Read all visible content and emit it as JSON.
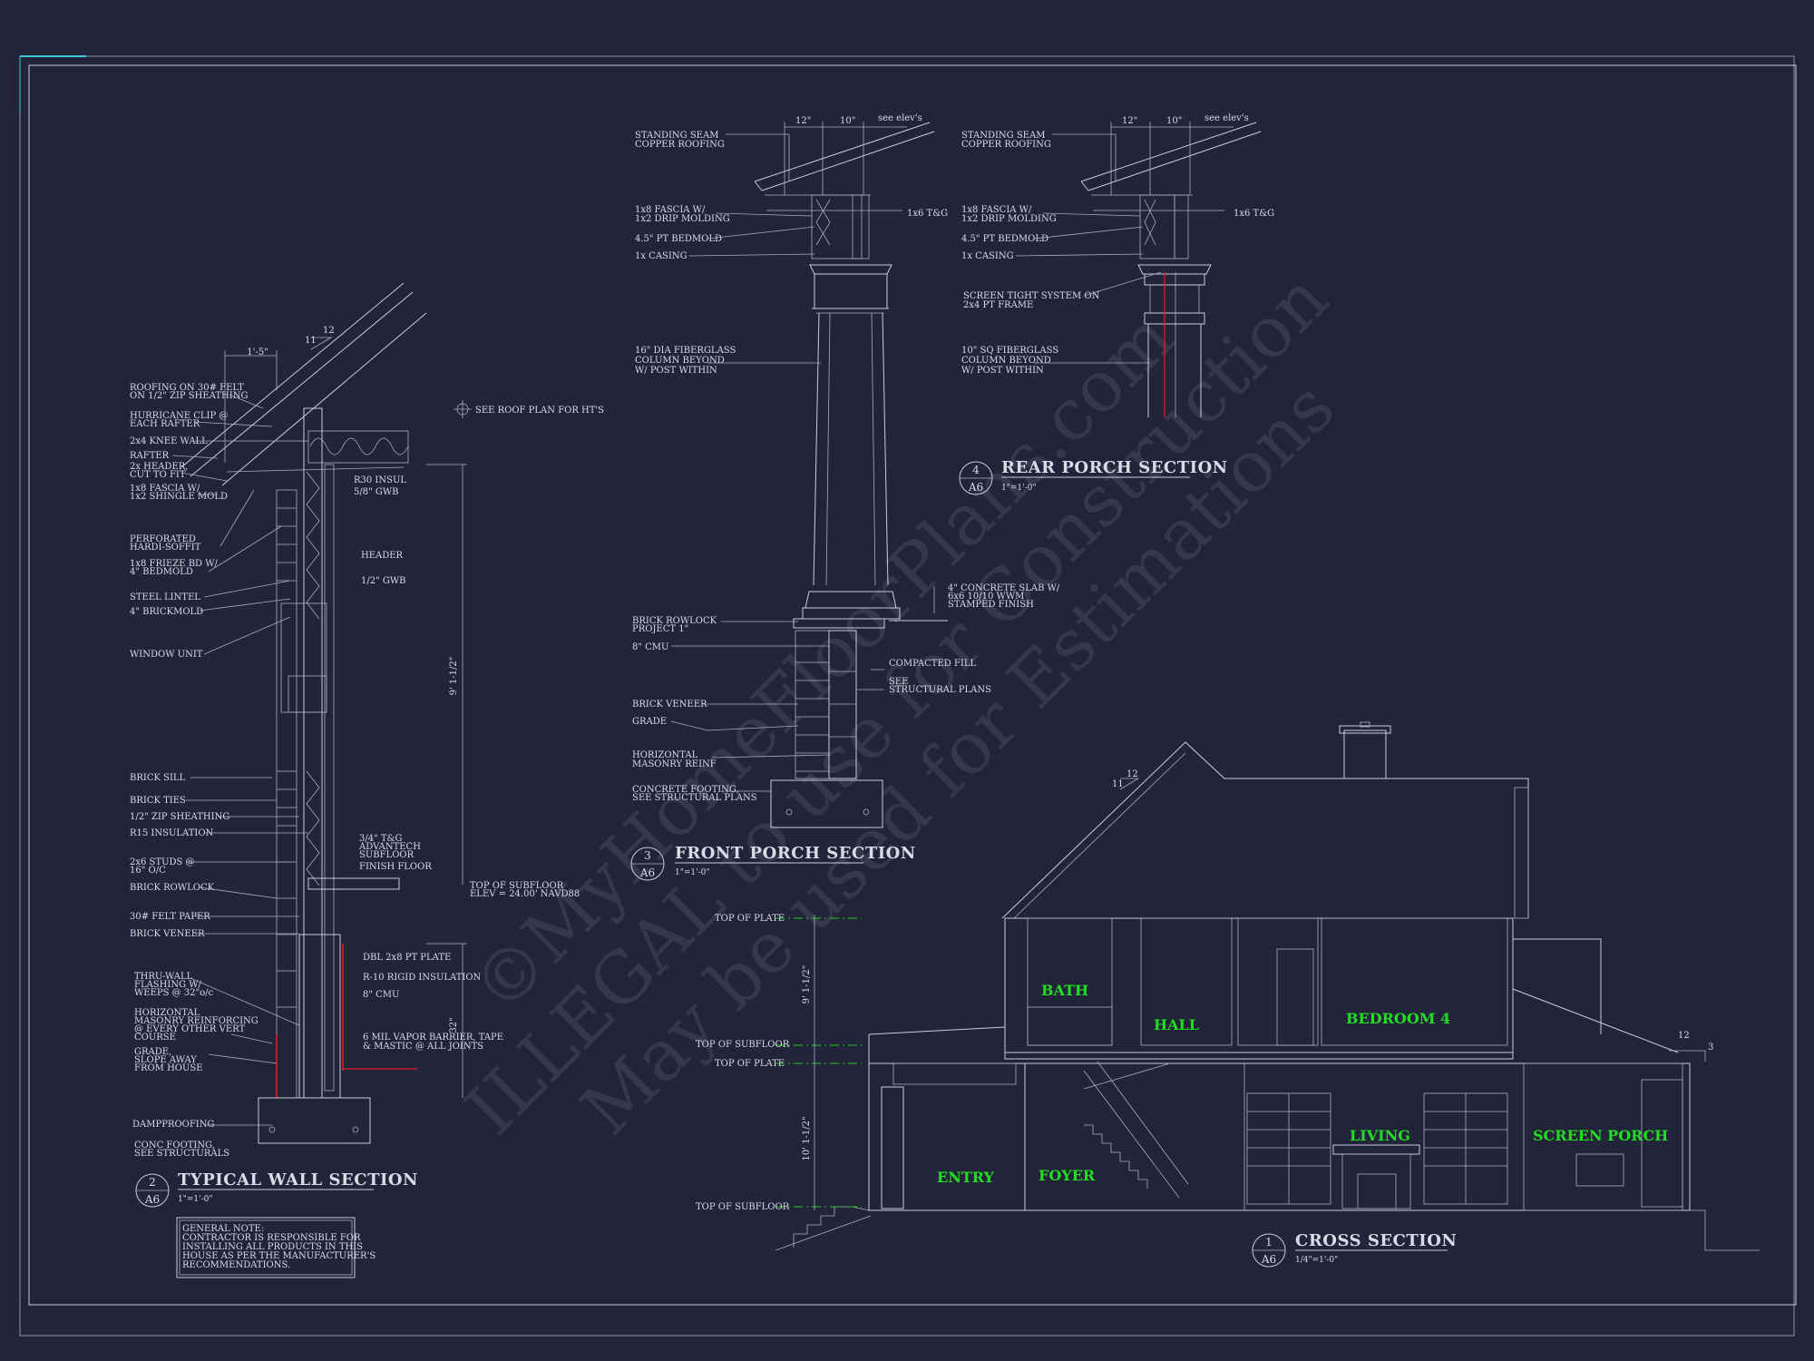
{
  "watermark": {
    "line1": "©MyHomeFloorPlans.com",
    "line2": "ILLEGAL to use for Construction",
    "line3": "May be used for Estimations"
  },
  "typical_wall": {
    "title": "TYPICAL WALL SECTION",
    "num": "2",
    "sheet": "A6",
    "scale": "1\"=1'-0\"",
    "dim_overhang": "1'-5\"",
    "slope_rise": "12",
    "slope_run": "11",
    "dim_wall": "9' 1-1/2\"",
    "dim_found": "32\"",
    "labels_left": [
      "ROOFING ON 30# FELT",
      "ON 1/2\" ZIP SHEATHING",
      "HURRICANE CLIP @",
      "EACH RAFTER",
      "2x4 KNEE WALL",
      "RAFTER",
      "2x HEADER,",
      "CUT TO FIT",
      "1x8 FASCIA W/",
      "1x2 SHINGLE MOLD",
      "PERFORATED",
      "HARDI-SOFFIT",
      "1x8 FRIEZE BD W/",
      "4\" BEDMOLD",
      "STEEL LINTEL",
      "4\" BRICKMOLD",
      "WINDOW UNIT",
      "BRICK SILL",
      "BRICK TIES",
      "1/2\" ZIP SHEATHING",
      "R15 INSULATION",
      "2x6 STUDS @",
      "16\" O/C",
      "BRICK ROWLOCK",
      "30# FELT PAPER",
      "BRICK VENEER",
      "THRU-WALL",
      "FLASHING W/",
      "WEEPS @ 32\"o/c",
      "HORIZONTAL",
      "MASONRY REINFORCING",
      "@ EVERY OTHER VERT",
      "COURSE",
      "GRADE,",
      "SLOPE AWAY",
      "FROM HOUSE",
      "DAMPPROOFING",
      "CONC FOOTING,",
      "SEE STRUCTURALS"
    ],
    "labels_right": [
      "SEE ROOF PLAN FOR HT'S",
      "R30 INSUL",
      "5/8\" GWB",
      "HEADER",
      "1/2\" GWB",
      "3/4\" T&G",
      "ADVANTECH",
      "SUBFLOOR",
      "FINISH FLOOR",
      "TOP OF SUBFLOOR",
      "ELEV = 24.00' NAVD88",
      "DBL 2x8 PT PLATE",
      "R-10 RIGID INSULATION",
      "8\" CMU",
      "6 MIL VAPOR BARRIER, TAPE",
      "& MASTIC @ ALL JOINTS"
    ]
  },
  "general_note": [
    "GENERAL NOTE:",
    "CONTRACTOR IS RESPONSIBLE FOR",
    "INSTALLING ALL PRODUCTS IN THIS",
    "HOUSE AS PER THE MANUFACTURER'S",
    "RECOMMENDATIONS."
  ],
  "front_porch": {
    "title": "FRONT PORCH SECTION",
    "num": "3",
    "sheet": "A6",
    "scale": "1\"=1'-0\"",
    "dims": [
      "12\"",
      "10\"",
      "see elev's"
    ],
    "labels_left": [
      "STANDING SEAM",
      "COPPER ROOFING",
      "1x8 FASCIA W/",
      "1x2 DRIP MOLDING",
      "4.5\" PT BEDMOLD",
      "1x CASING",
      "16\" DIA FIBERGLASS",
      "COLUMN BEYOND",
      "W/ POST WITHIN",
      "BRICK ROWLOCK",
      "PROJECT 1\"",
      "8\" CMU",
      "BRICK VENEER",
      "GRADE",
      "HORIZONTAL",
      "MASONRY REINF",
      "CONCRETE FOOTING,",
      "SEE STRUCTURAL PLANS"
    ],
    "labels_right": [
      "1x6 T&G",
      "4\" CONCRETE SLAB W/",
      "6x6 10/10 WWM",
      "STAMPED FINISH",
      "COMPACTED FILL",
      "SEE",
      "STRUCTURAL PLANS"
    ]
  },
  "rear_porch": {
    "title": "REAR PORCH SECTION",
    "num": "4",
    "sheet": "A6",
    "scale": "1\"=1'-0\"",
    "dims": [
      "12\"",
      "10\"",
      "see elev's"
    ],
    "labels_left": [
      "STANDING SEAM",
      "COPPER ROOFING",
      "1x8 FASCIA W/",
      "1x2 DRIP MOLDING",
      "4.5\" PT BEDMOLD",
      "1x CASING",
      "SCREEN TIGHT SYSTEM ON",
      "2x4 PT FRAME",
      "10\" SQ FIBERGLASS",
      "COLUMN BEYOND",
      "W/ POST WITHIN"
    ],
    "labels_right": [
      "1x6 T&G"
    ]
  },
  "cross_section": {
    "title": "CROSS SECTION",
    "num": "1",
    "sheet": "A6",
    "scale": "1/4\"=1'-0\"",
    "levels": [
      "TOP OF PLATE",
      "TOP OF SUBFLOOR",
      "TOP OF PLATE",
      "TOP OF SUBFLOOR"
    ],
    "dim_upper": "9' 1-1/2\"",
    "dim_lower": "10' 1-1/2\"",
    "slope_main_rise": "12",
    "slope_main_run": "11",
    "slope_porch_rise": "12",
    "slope_porch_run": "3",
    "rooms": [
      "BATH",
      "HALL",
      "BEDROOM 4",
      "LIVING",
      "SCREEN PORCH",
      "ENTRY",
      "FOYER"
    ]
  },
  "colors": {
    "background": "#22253a",
    "linework": "#c9ccd8",
    "room_text": "#22dd22",
    "level_line": "#22cc22",
    "accent": "#dd2222",
    "border_accent": "#3fc9d9"
  }
}
